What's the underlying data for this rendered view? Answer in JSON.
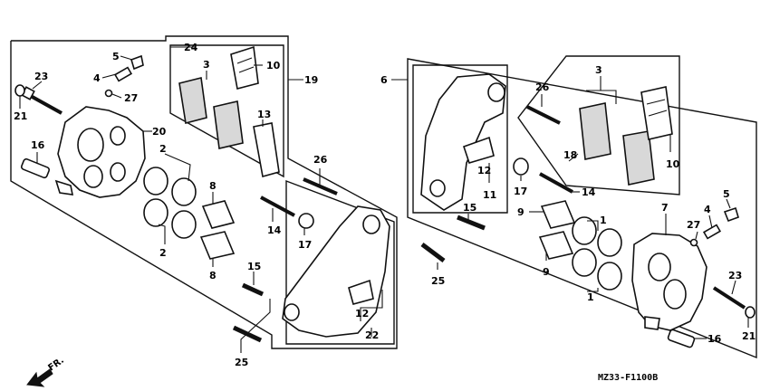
{
  "diagram": {
    "code": "MZ33-F1100B",
    "direction": "FR.",
    "callouts": {
      "l24": "24",
      "l19": "19",
      "l5a": "5",
      "l10a": "10",
      "l3a": "3",
      "l4a": "4",
      "l27a": "27",
      "l23a": "23",
      "l21a": "21",
      "l20": "20",
      "l13": "13",
      "l16a": "16",
      "l2a": "2",
      "l2b": "2",
      "l8a": "8",
      "l8b": "8",
      "l26a": "26",
      "l14a": "14",
      "l17a": "17",
      "l15a": "15",
      "l25a": "25",
      "l12a": "12",
      "l22": "22",
      "l6": "6",
      "l26b": "26",
      "l3b": "3",
      "l10b": "10",
      "l18": "18",
      "l12b": "12",
      "l11": "11",
      "l17b": "17",
      "l14b": "14",
      "l15b": "15",
      "l25b": "25",
      "l9a": "9",
      "l9b": "9",
      "l1a": "1",
      "l1b": "1",
      "l7": "7",
      "l5b": "5",
      "l4b": "4",
      "l27b": "27",
      "l23b": "23",
      "l16b": "16",
      "l21b": "21"
    }
  }
}
